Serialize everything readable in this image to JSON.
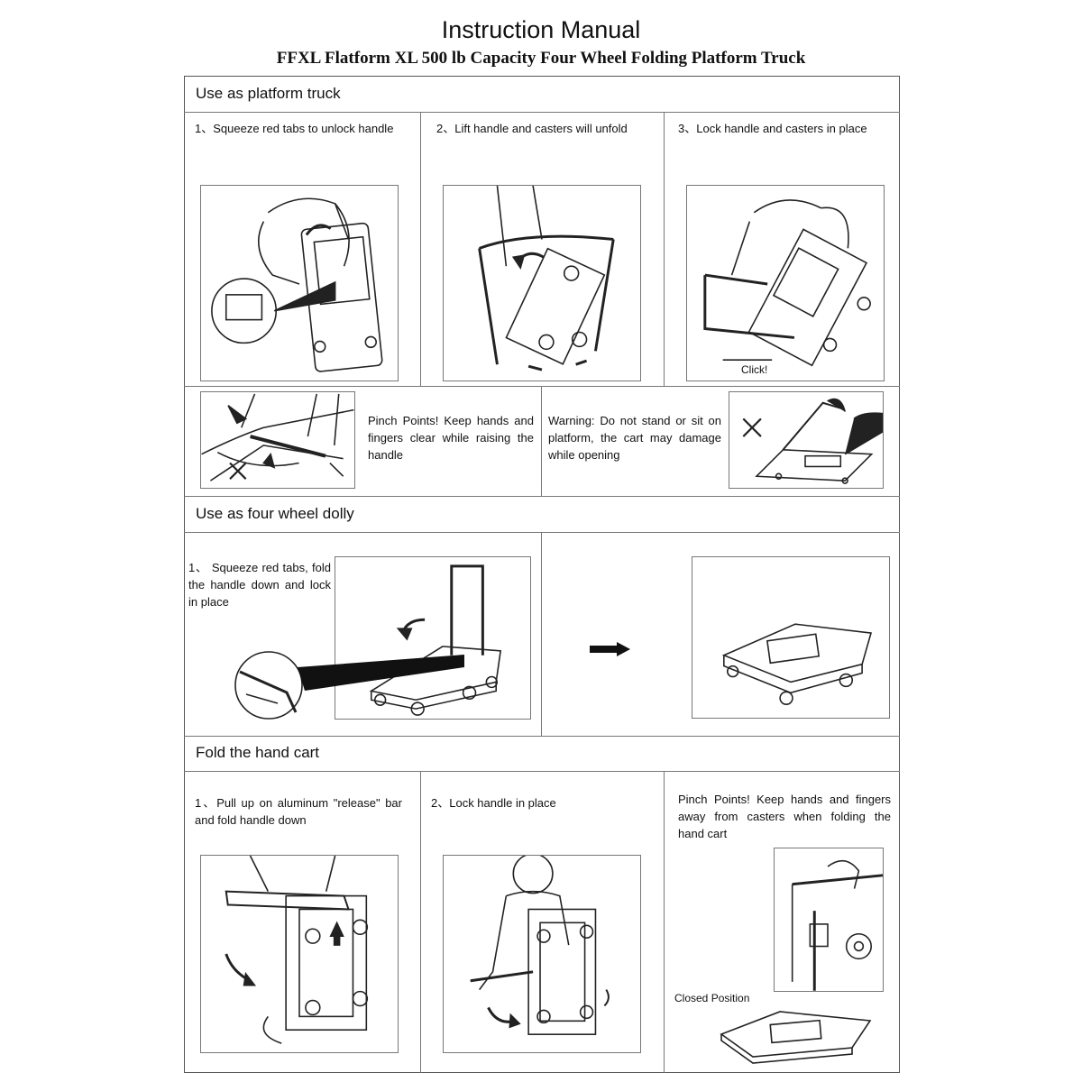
{
  "header": {
    "title": "Instruction Manual",
    "subtitle": "FFXL Flatform XL 500 lb Capacity Four Wheel Folding Platform Truck"
  },
  "sections": {
    "platform": {
      "heading": "Use as platform truck",
      "step1": "1、Squeeze red tabs to unlock handle",
      "step2": "2、Lift handle and casters will unfold",
      "step3": "3、Lock handle and casters in place",
      "click_label": "Click!",
      "pinch_note": "Pinch Points! Keep hands and fingers clear while raising the handle",
      "warning_note": "Warning: Do not stand or sit on platform, the cart may damage while opening"
    },
    "dolly": {
      "heading": "Use as four wheel dolly",
      "step1": "1、 Squeeze red tabs, fold the handle down and lock in place"
    },
    "fold": {
      "heading": "Fold the hand cart",
      "step1": "1、Pull up on aluminum \"release\" bar and fold handle down",
      "step2": "2、Lock handle in place",
      "pinch_note": "Pinch Points! Keep hands and fingers away from casters when folding the hand cart",
      "closed_label": "Closed Position"
    }
  }
}
